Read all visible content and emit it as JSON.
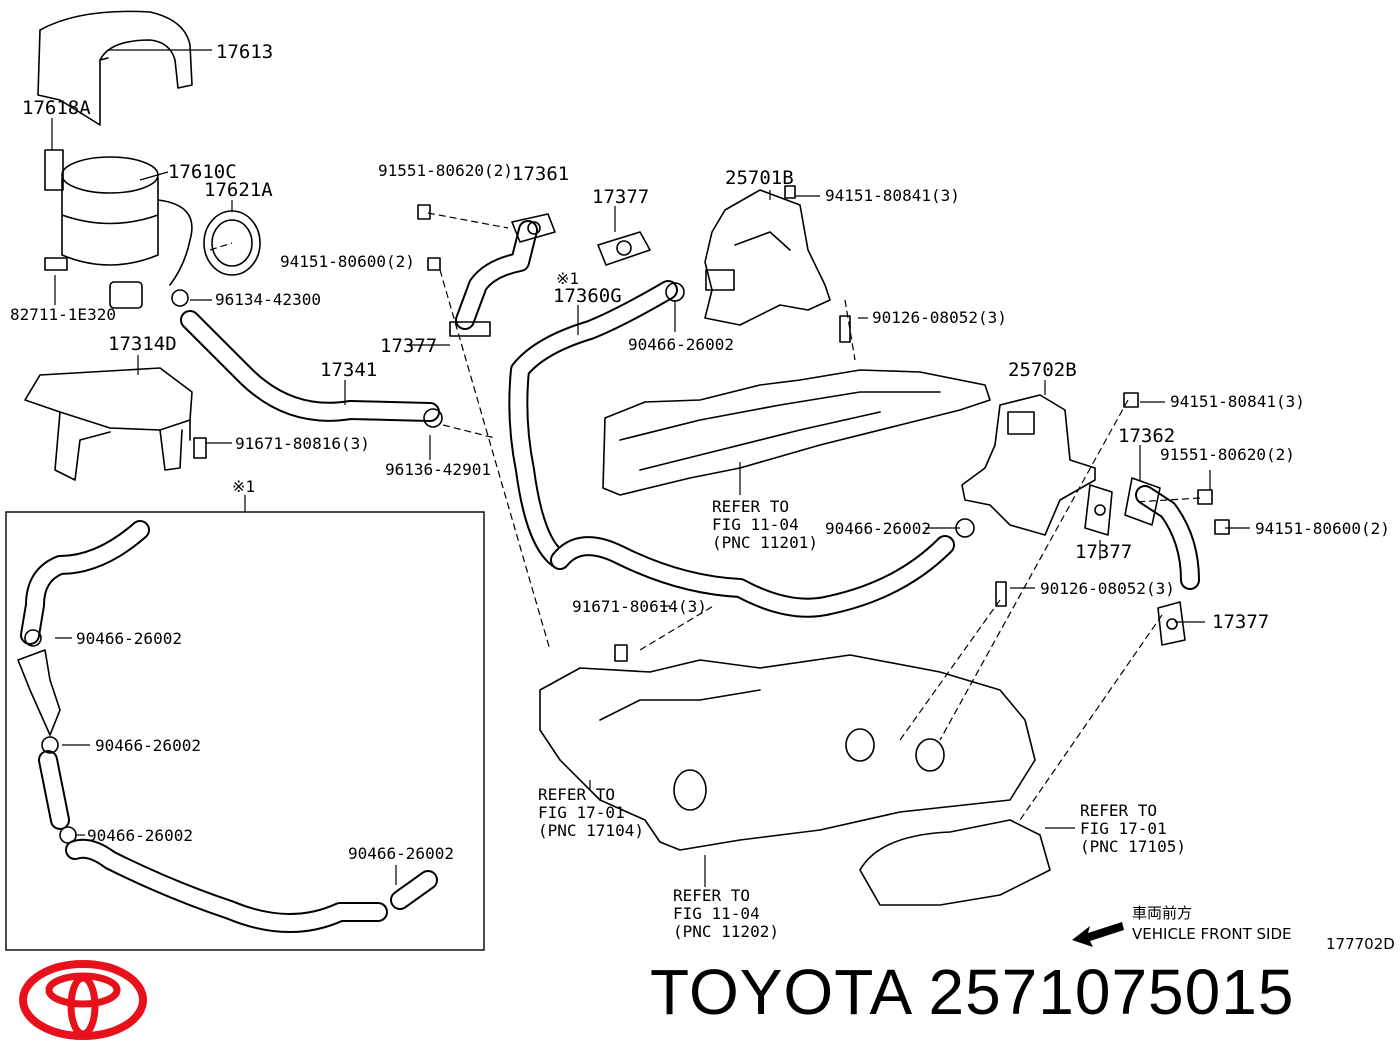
{
  "labels": {
    "p17613": "17613",
    "p17618A": "17618A",
    "p17610C": "17610C",
    "p17621A": "17621A",
    "p82711": "82711-1E320",
    "p96134": "96134-42300",
    "p17314D": "17314D",
    "p17341": "17341",
    "p91671_816": "91671-80816(3)",
    "p96136": "96136-42901",
    "p91551_a": "91551-80620(2)",
    "p17361": "17361",
    "p94151_600a": "94151-80600(2)",
    "p17377_a": "17377",
    "p17377_b": "17377",
    "p17360G": "17360G",
    "p90466_a": "90466-26002",
    "p25701B": "25701B",
    "p94151_841a": "94151-80841(3)",
    "p90126_a": "90126-08052(3)",
    "p25702B": "25702B",
    "p94151_841b": "94151-80841(3)",
    "p17362": "17362",
    "p91551_b": "91551-80620(2)",
    "p90466_b": "90466-26002",
    "p17377_c": "17377",
    "p94151_600b": "94151-80600(2)",
    "p90126_b": "90126-08052(3)",
    "p17377_d": "17377",
    "p91671_614": "91671-80614(3)",
    "mark_a": "※1",
    "mark_b": "※1",
    "p90466_c": "90466-26002",
    "p90466_d": "90466-26002",
    "p90466_e": "90466-26002",
    "p90466_f": "90466-26002",
    "ref1_l1": "REFER TO",
    "ref1_l2": "FIG 11-04",
    "ref1_l3": "(PNC 11201)",
    "ref2_l1": "REFER TO",
    "ref2_l2": "FIG 17-01",
    "ref2_l3": "(PNC 17104)",
    "ref3_l1": "REFER TO",
    "ref3_l2": "FIG 17-01",
    "ref3_l3": "(PNC 17105)",
    "ref4_l1": "REFER TO",
    "ref4_l2": "FIG 11-04",
    "ref4_l3": "(PNC 11202)",
    "front_jp": "車両前方",
    "front_en": "VEHICLE FRONT SIDE",
    "fig_code": "177702D"
  },
  "brand": {
    "text": "TOYOTA 2571075015"
  },
  "colors": {
    "logo": "#e8101a",
    "ink": "#000000"
  },
  "icons": {
    "logo": "toyota-logo",
    "arrow": "vehicle-front-arrow"
  }
}
